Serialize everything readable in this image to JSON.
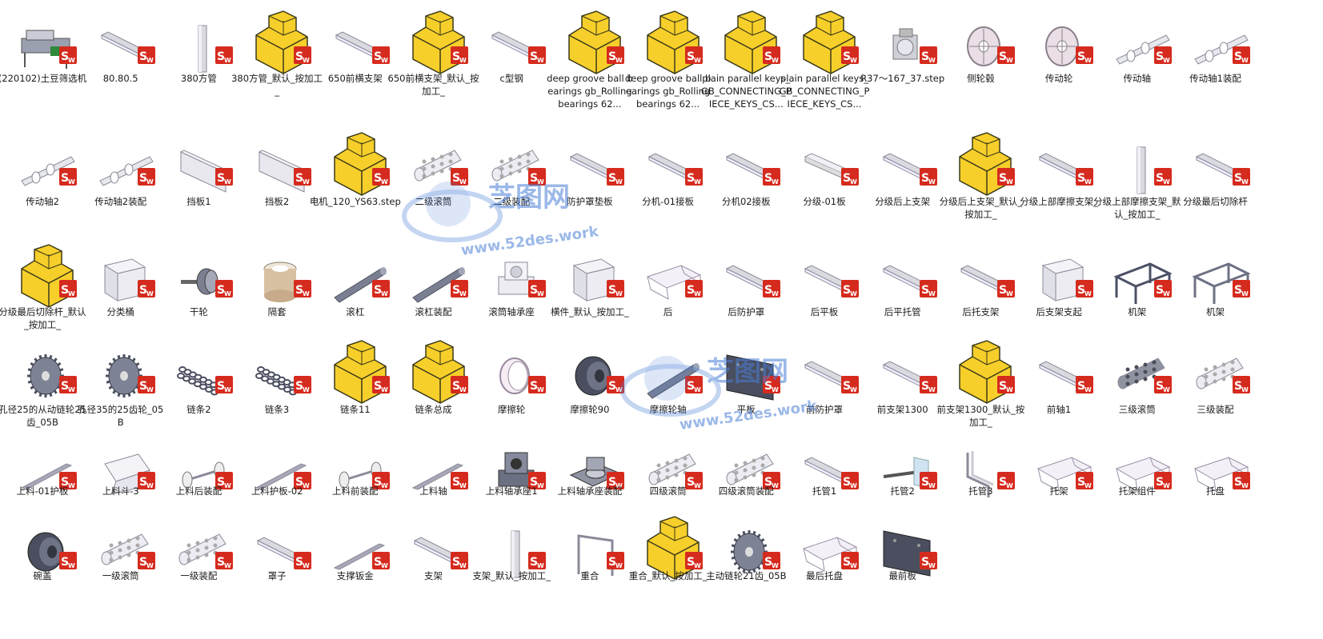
{
  "rows": [
    {
      "rowTop": 8,
      "labelTop": 90,
      "items": [
        {
          "name": "(220102)土豆筛选机",
          "kind": "machine"
        },
        {
          "name": "80.80.5",
          "kind": "beam"
        },
        {
          "name": "380方管",
          "kind": "post"
        },
        {
          "name": "380方管_默认_按加工_",
          "kind": "asm"
        },
        {
          "name": "650前横支架",
          "kind": "beam"
        },
        {
          "name": "650前横支架_默认_按加工_",
          "kind": "asm"
        },
        {
          "name": "c型钢",
          "kind": "beam"
        },
        {
          "name": "deep groove ball bearings gb_Rolling bearings 62...",
          "kind": "asm"
        },
        {
          "name": "deep groove ball bearings gb_Rolling bearings 62...",
          "kind": "asm"
        },
        {
          "name": "plain parallel keys_GB_CONNECTING_PIECE_KEYS_CS...",
          "kind": "asm"
        },
        {
          "name": "plain parallel keys_GB_CONNECTING_PIECE_KEYS_CS...",
          "kind": "asm"
        },
        {
          "name": "R37～167_37.step",
          "kind": "gearbox"
        },
        {
          "name": "侧轮毂",
          "kind": "wheel"
        },
        {
          "name": "传动轮",
          "kind": "wheel"
        },
        {
          "name": "传动轴",
          "kind": "shaft"
        },
        {
          "name": "传动轴1装配",
          "kind": "shaft"
        }
      ]
    },
    {
      "rowTop": 160,
      "labelTop": 244,
      "items": [
        {
          "name": "传动轴2",
          "kind": "shaft"
        },
        {
          "name": "传动轴2装配",
          "kind": "shaft"
        },
        {
          "name": "挡板1",
          "kind": "plate"
        },
        {
          "name": "挡板2",
          "kind": "plate"
        },
        {
          "name": "电机_120_YS63.step",
          "kind": "asm"
        },
        {
          "name": "二级滚筒",
          "kind": "drum"
        },
        {
          "name": "二级装配",
          "kind": "drum"
        },
        {
          "name": "防护罩垫板",
          "kind": "beam"
        },
        {
          "name": "分机-01接板",
          "kind": "beam"
        },
        {
          "name": "分机02接板",
          "kind": "beam"
        },
        {
          "name": "分级-01板",
          "kind": "channel"
        },
        {
          "name": "分级后上支架",
          "kind": "beam"
        },
        {
          "name": "分级后上支架_默认_按加工_",
          "kind": "asm"
        },
        {
          "name": "分级上部摩擦支架_",
          "kind": "beam"
        },
        {
          "name": "分级上部摩擦支架_默认_按加工_",
          "kind": "post"
        },
        {
          "name": "分级最后切除杆",
          "kind": "beam"
        }
      ]
    },
    {
      "rowTop": 300,
      "labelTop": 382,
      "items": [
        {
          "name": "分级最后切除杆_默认_按加工_",
          "kind": "asm"
        },
        {
          "name": "分类桶",
          "kind": "box"
        },
        {
          "name": "干轮",
          "kind": "roller"
        },
        {
          "name": "隔套",
          "kind": "sleeve"
        },
        {
          "name": "滚杠",
          "kind": "rod"
        },
        {
          "name": "滚杠装配",
          "kind": "rod"
        },
        {
          "name": "滚筒轴承座",
          "kind": "bearingblock"
        },
        {
          "name": "横件_默认_按加工_",
          "kind": "box"
        },
        {
          "name": "后",
          "kind": "tray"
        },
        {
          "name": "后防护罩",
          "kind": "beam"
        },
        {
          "name": "后平板",
          "kind": "beam"
        },
        {
          "name": "后平托管",
          "kind": "beam"
        },
        {
          "name": "后托支架",
          "kind": "beam"
        },
        {
          "name": "后支架支起",
          "kind": "box"
        },
        {
          "name": "机架",
          "kind": "frame"
        },
        {
          "name": "机架",
          "kind": "frame2"
        }
      ]
    },
    {
      "rowTop": 420,
      "labelTop": 504,
      "items": [
        {
          "name": "孔径25的从动链轮25齿_05B",
          "kind": "sprocket"
        },
        {
          "name": "孔径35的25齿轮_05B",
          "kind": "sprocket"
        },
        {
          "name": "链条2",
          "kind": "chain"
        },
        {
          "name": "链条3",
          "kind": "chain"
        },
        {
          "name": "链条11",
          "kind": "asm"
        },
        {
          "name": "链条总成",
          "kind": "asm"
        },
        {
          "name": "摩擦轮",
          "kind": "ring"
        },
        {
          "name": "摩擦轮90",
          "kind": "darkwheel"
        },
        {
          "name": "摩擦轮轴",
          "kind": "rod"
        },
        {
          "name": "平板",
          "kind": "darkplate"
        },
        {
          "name": "前防护罩",
          "kind": "beam"
        },
        {
          "name": "前支架1300",
          "kind": "beam"
        },
        {
          "name": "前支架1300_默认_按加工_",
          "kind": "asm"
        },
        {
          "name": "前轴1",
          "kind": "beam"
        },
        {
          "name": "三级滚筒",
          "kind": "drumdark"
        },
        {
          "name": "三级装配",
          "kind": "drum"
        }
      ]
    },
    {
      "rowTop": 540,
      "labelTop": 606,
      "items": [
        {
          "name": "上料-01护板",
          "kind": "rail"
        },
        {
          "name": "上料斗-3",
          "kind": "hopper"
        },
        {
          "name": "上料后装配",
          "kind": "axle"
        },
        {
          "name": "上料护板-02",
          "kind": "rail"
        },
        {
          "name": "上料前装配",
          "kind": "axle"
        },
        {
          "name": "上料轴",
          "kind": "rail"
        },
        {
          "name": "上料轴承座1",
          "kind": "bearingdark"
        },
        {
          "name": "上料轴承座装配",
          "kind": "flange"
        },
        {
          "name": "四级滚筒",
          "kind": "drum"
        },
        {
          "name": "四级滚筒装配",
          "kind": "drum"
        },
        {
          "name": "托管1",
          "kind": "beam"
        },
        {
          "name": "托管2",
          "kind": "axle2"
        },
        {
          "name": "托管3",
          "kind": "bracket"
        },
        {
          "name": "托架",
          "kind": "tray"
        },
        {
          "name": "托架组件",
          "kind": "tray"
        },
        {
          "name": "托盘",
          "kind": "tray"
        }
      ]
    },
    {
      "rowTop": 640,
      "labelTop": 712,
      "items": [
        {
          "name": "碗盖",
          "kind": "darkwheel"
        },
        {
          "name": "一级滚筒",
          "kind": "drum"
        },
        {
          "name": "一级装配",
          "kind": "drum"
        },
        {
          "name": "罩子",
          "kind": "beam"
        },
        {
          "name": "支撑钣金",
          "kind": "rail"
        },
        {
          "name": "支架",
          "kind": "beam"
        },
        {
          "name": "支架_默认_按加工_",
          "kind": "post"
        },
        {
          "name": "重合",
          "kind": "arch"
        },
        {
          "name": "重合_默认_按加工_",
          "kind": "asm"
        },
        {
          "name": "主动链轮21齿_05B",
          "kind": "sprocket"
        },
        {
          "name": "最后托盘",
          "kind": "tray"
        },
        {
          "name": "最前板",
          "kind": "darkplate"
        }
      ]
    }
  ],
  "badge": {
    "text": "S",
    "sub": "W",
    "color": "#d52b1e"
  },
  "watermark": {
    "title": "芝图网",
    "url": "www.52des.work",
    "color": "#4a7fd6"
  },
  "colors": {
    "asm": "#f7cf2a",
    "asmStroke": "#3b3a1a",
    "part": "#d9d9e0",
    "partStroke": "#8a8a99",
    "dark": "#55596a"
  }
}
